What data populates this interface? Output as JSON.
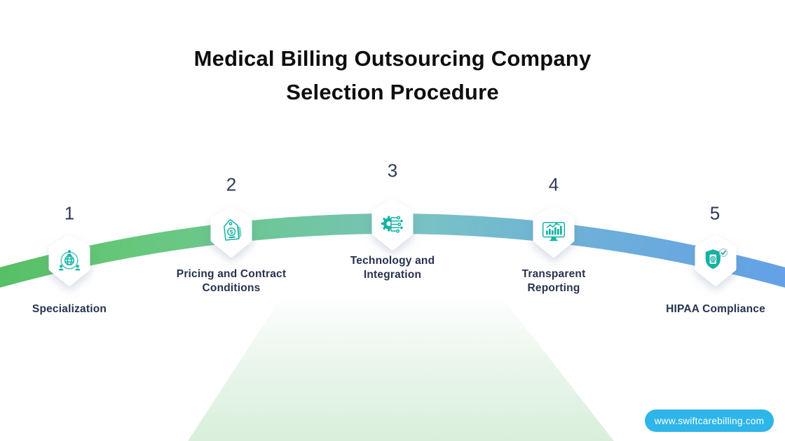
{
  "title": {
    "line1": "Medical Billing Outsourcing Company",
    "line2": "Selection Procedure"
  },
  "steps": [
    {
      "number": "1",
      "label": "Specialization",
      "icon": "network-globe-icon"
    },
    {
      "number": "2",
      "label": "Pricing and Contract Conditions",
      "icon": "price-tag-dollar-icon"
    },
    {
      "number": "3",
      "label": "Technology and Integration",
      "icon": "gear-circuit-icon"
    },
    {
      "number": "4",
      "label": "Transparent Reporting",
      "icon": "monitor-chart-icon"
    },
    {
      "number": "5",
      "label": "HIPAA Compliance",
      "icon": "shield-document-check-icon"
    }
  ],
  "footer": {
    "website": "www.swiftcarebilling.com"
  },
  "colors": {
    "accent_teal": "#12b2a3",
    "arc_green": "#55bf63",
    "arc_teal": "#78c1c6",
    "arc_blue": "#63a0e7",
    "label_navy": "#26334f",
    "pill_cyan": "#2eb5e9",
    "beam_green": "#d9efdb",
    "title_black": "#0e0e0e"
  }
}
